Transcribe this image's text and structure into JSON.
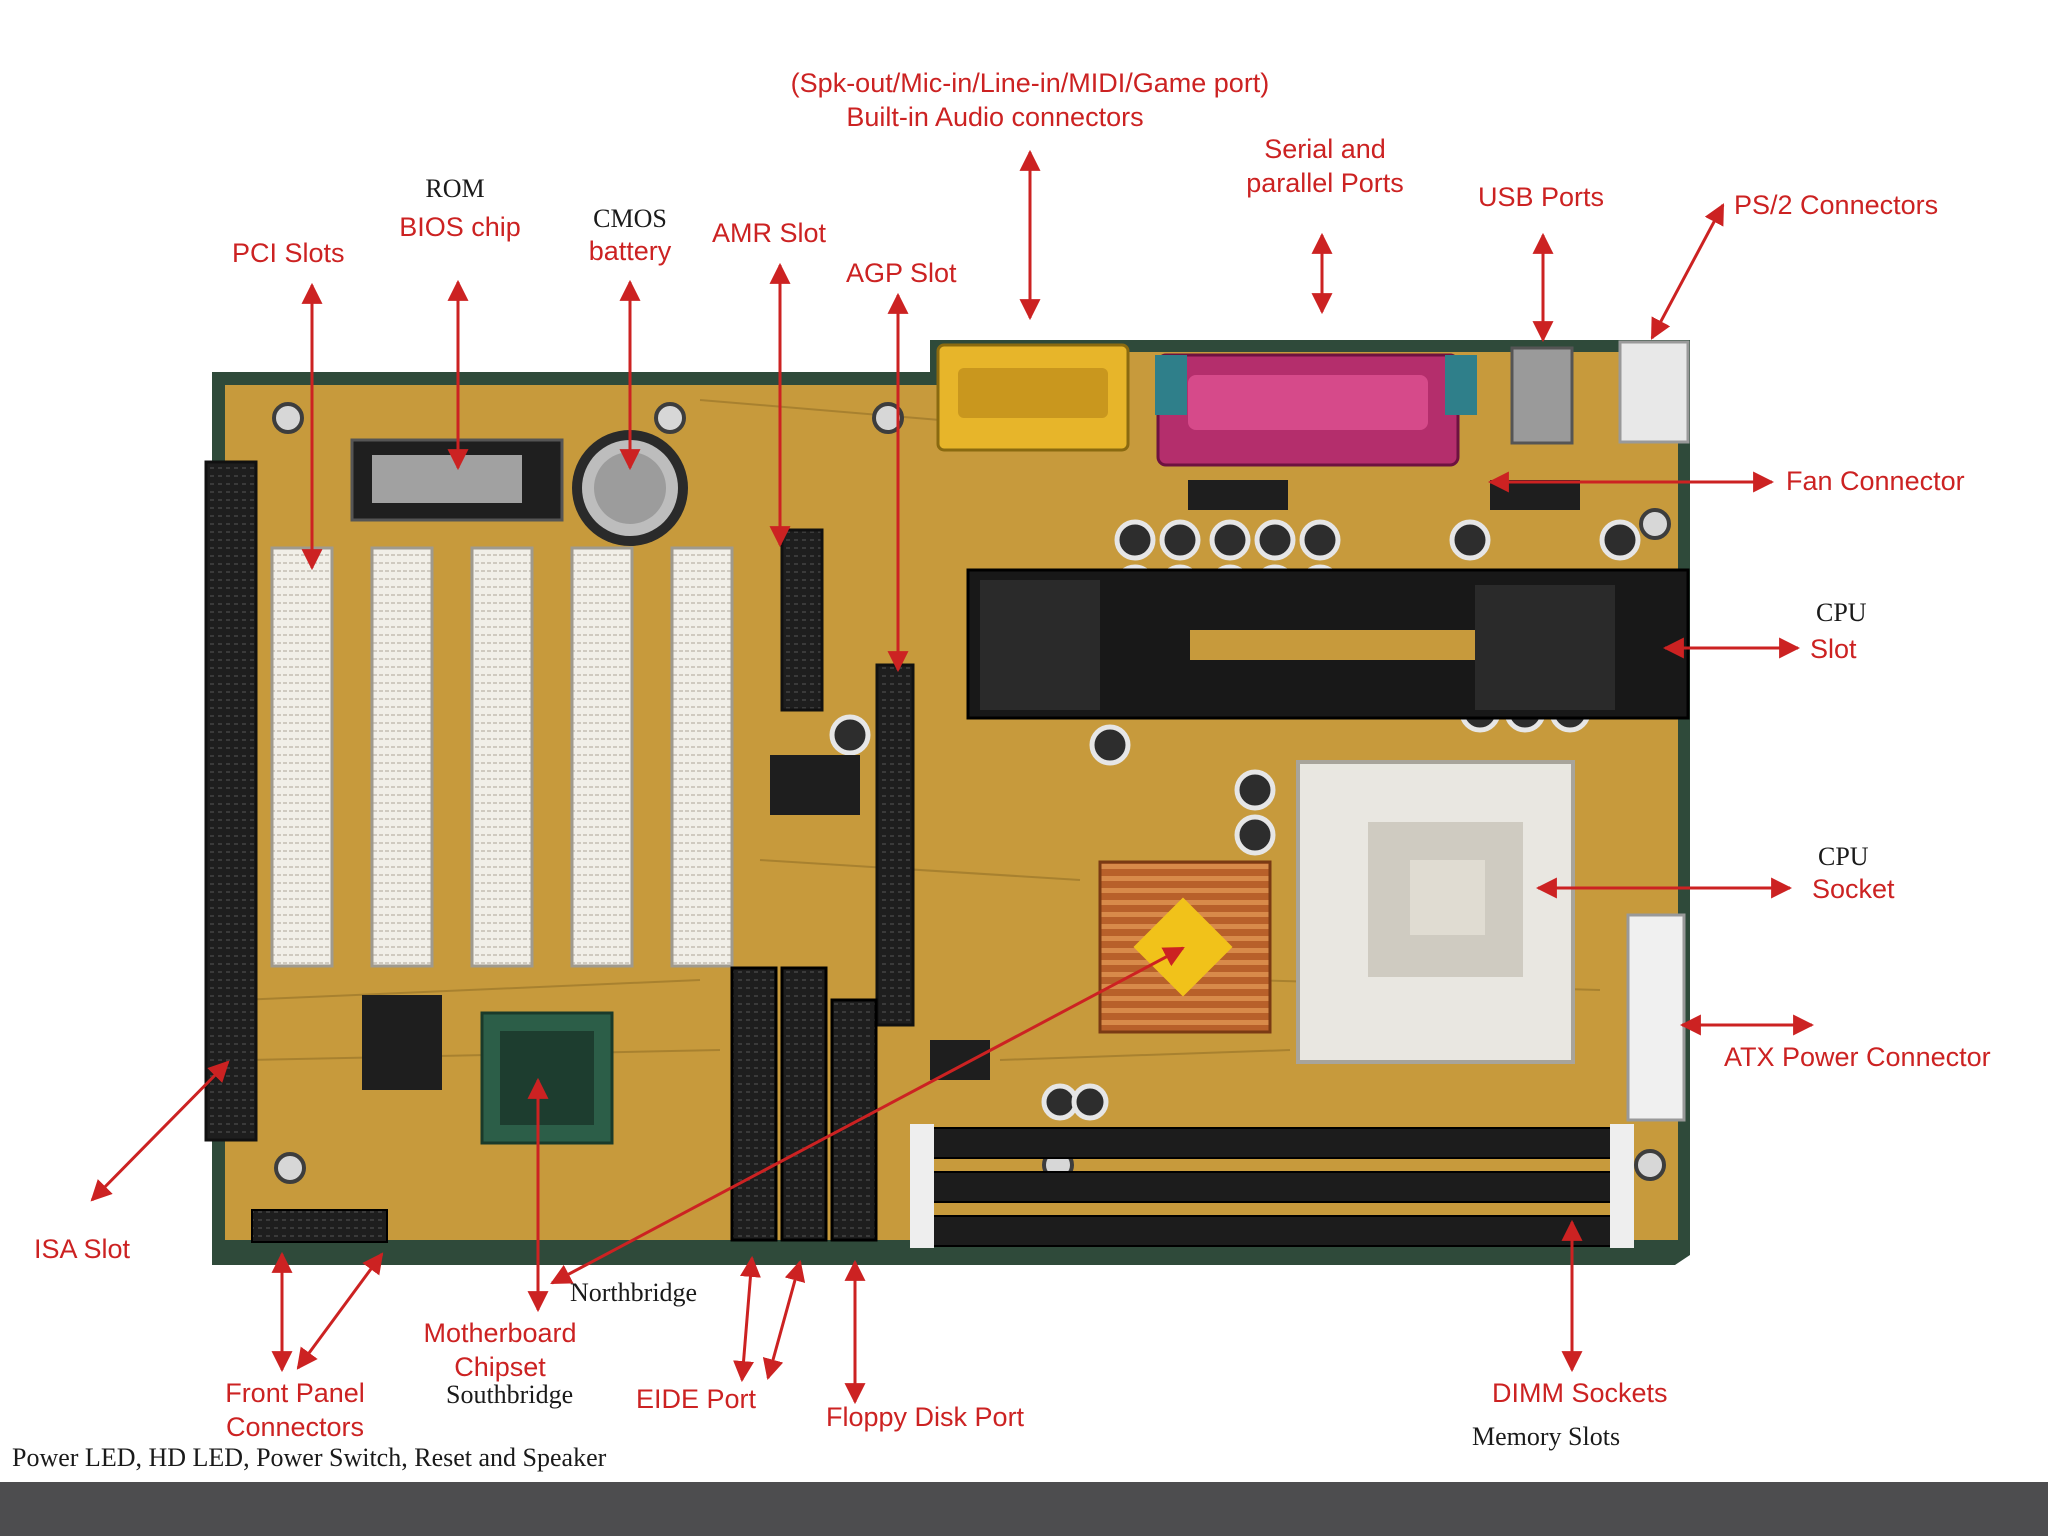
{
  "labels": {
    "audio_ports": "(Spk-out/Mic-in/Line-in/MIDI/Game port)",
    "audio_connectors": "Built-in Audio connectors",
    "serial_line1": "Serial and",
    "serial_line2": "parallel Ports",
    "usb_ports": "USB Ports",
    "ps2_connectors": "PS/2 Connectors",
    "rom": "ROM",
    "bios_chip": "BIOS chip",
    "cmos": "CMOS",
    "battery": "battery",
    "pci_slots": "PCI Slots",
    "amr_slot": "AMR Slot",
    "agp_slot": "AGP Slot",
    "fan_connector": "Fan Connector",
    "cpu_slot_top": "CPU",
    "cpu_slot_bottom": "Slot",
    "cpu_socket_top": "CPU",
    "cpu_socket_bottom": "Socket",
    "atx_power": "ATX Power Connector",
    "isa_slot": "ISA Slot",
    "northbridge": "Northbridge",
    "chipset_line1": "Motherboard",
    "chipset_line2": "Chipset",
    "southbridge": "Southbridge",
    "front_panel_line1": "Front Panel",
    "front_panel_line2": "Connectors",
    "front_panel_desc": "Power LED, HD LED, Power Switch, Reset and Speaker",
    "eide_port": "EIDE Port",
    "floppy_port": "Floppy Disk Port",
    "dimm_sockets": "DIMM Sockets",
    "memory_slots": "Memory Slots"
  },
  "colors": {
    "label_red": "#cc2222",
    "board_green": "#2f4a3a",
    "board_gold": "#c79a3c",
    "bottom_bar": "#4d4d4f"
  }
}
